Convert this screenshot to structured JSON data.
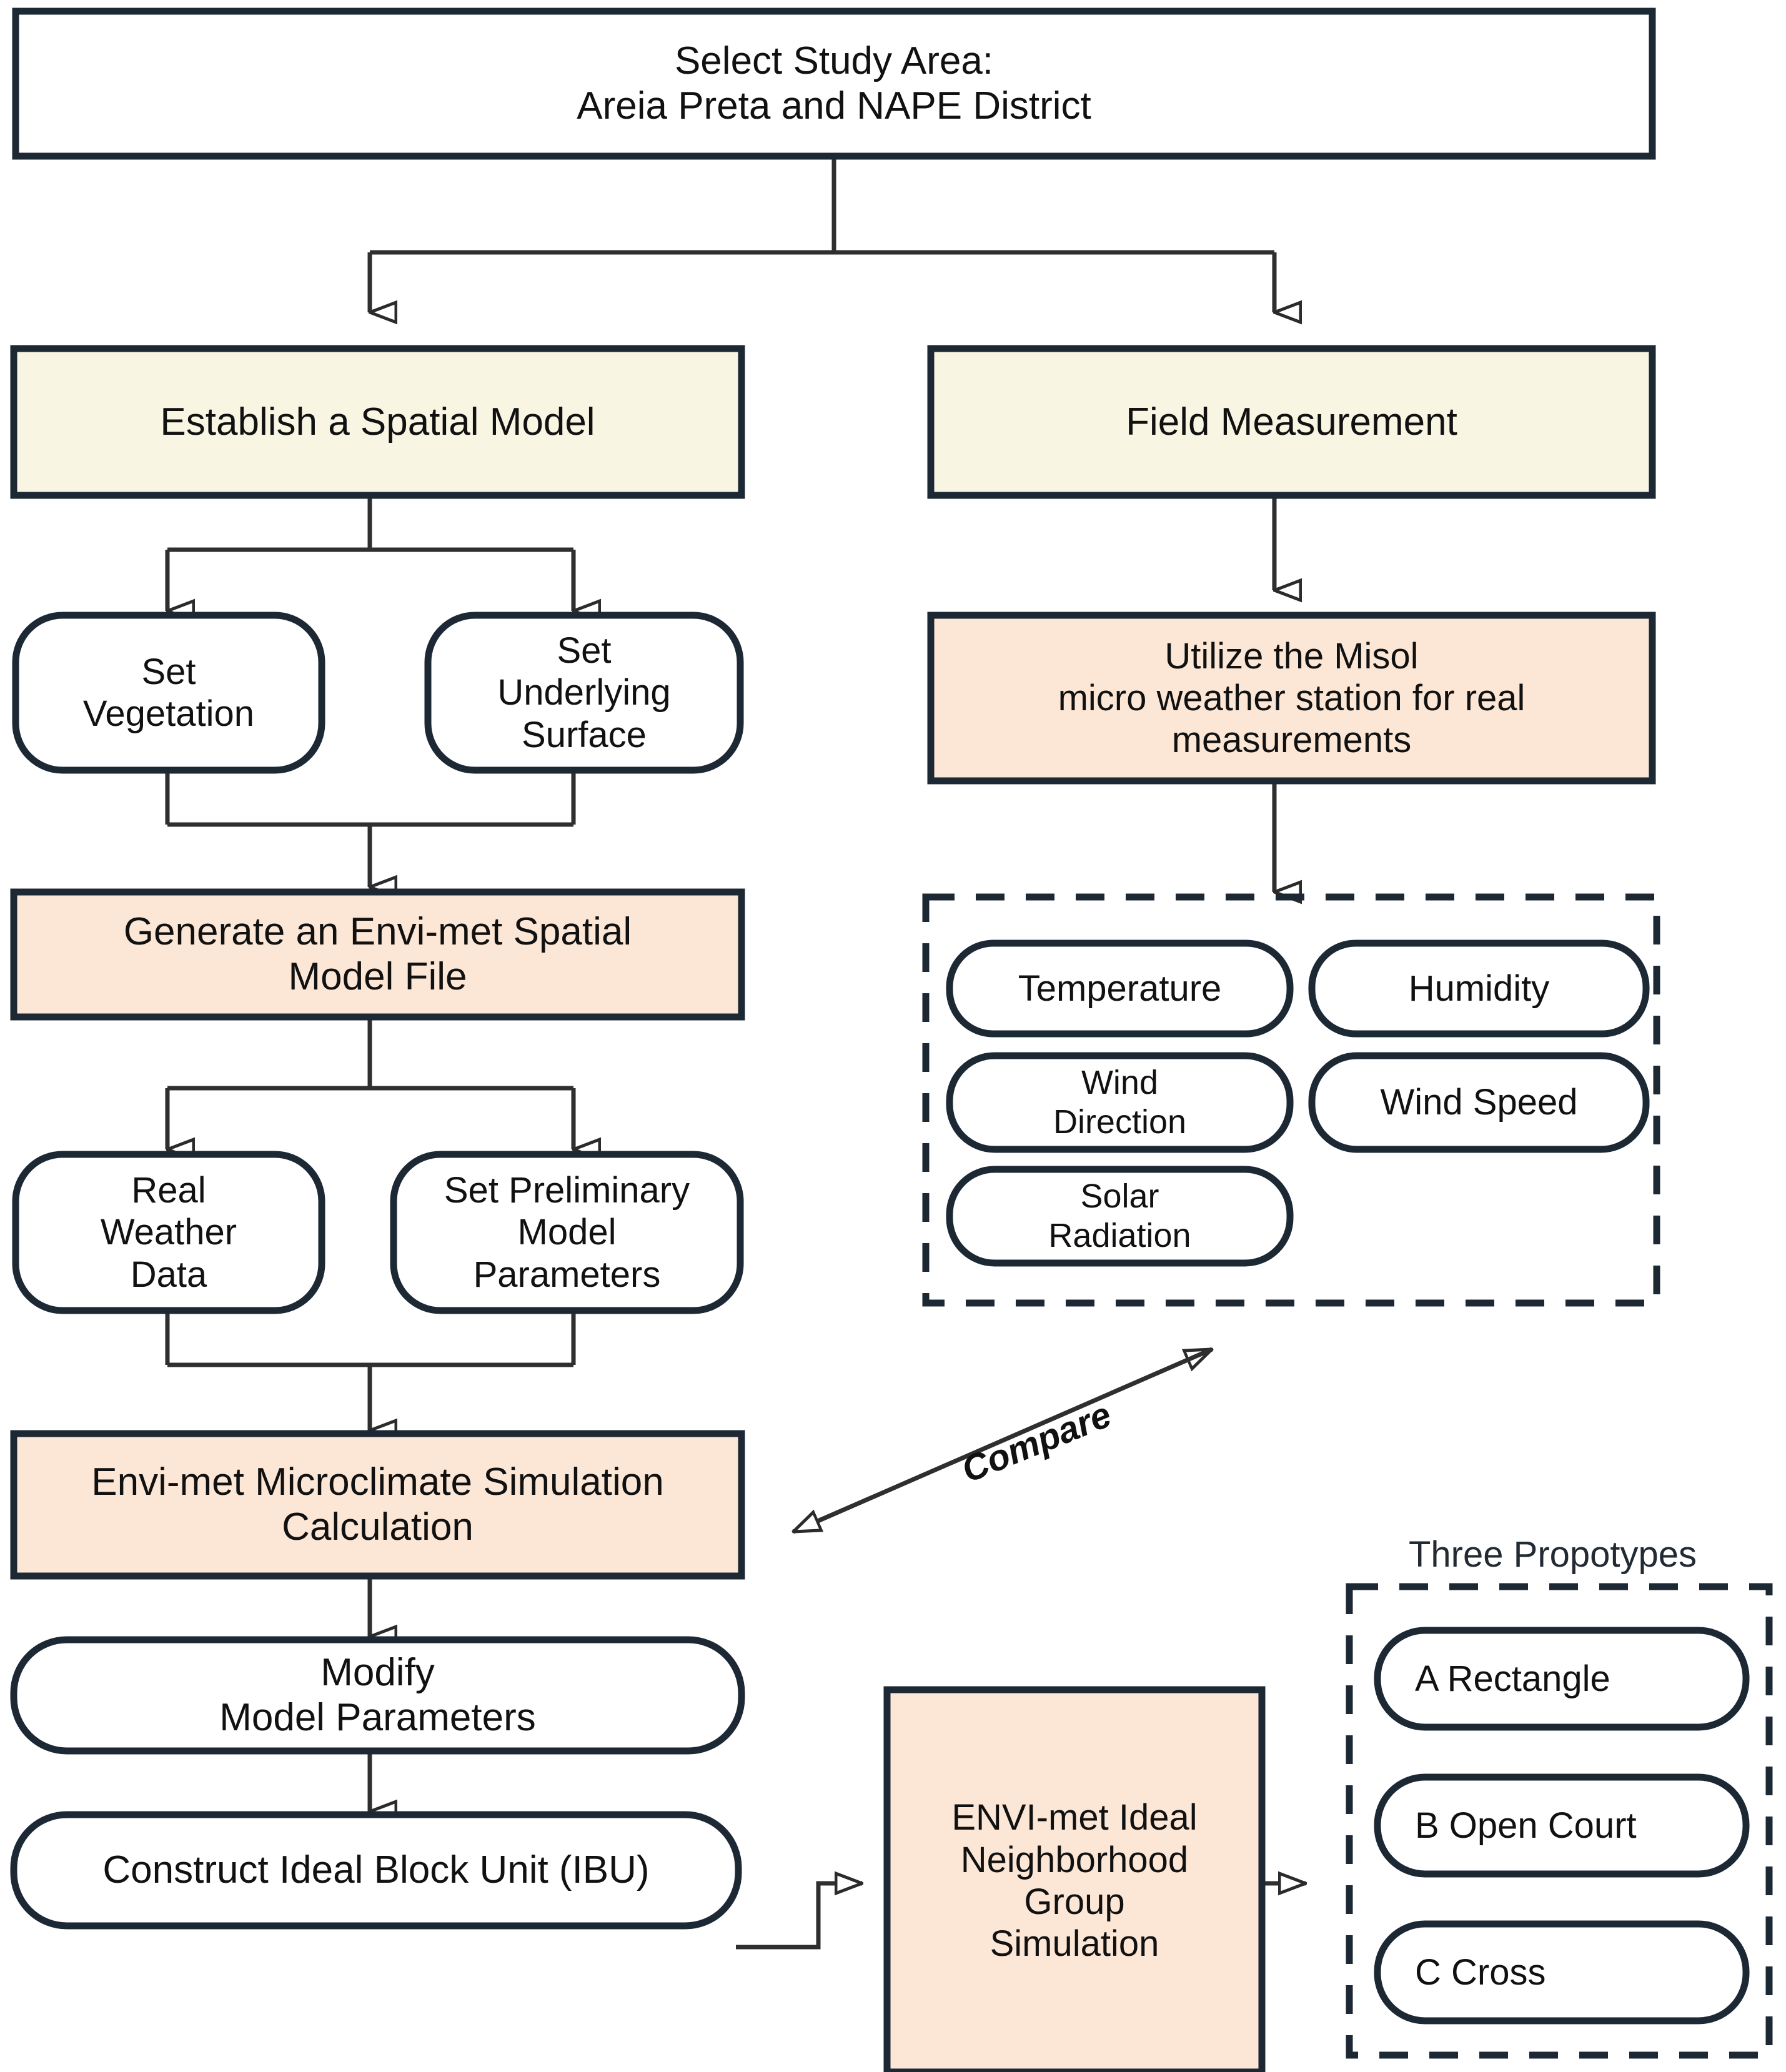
{
  "diagram": {
    "title": "Microclimate simulation research workflow",
    "colors": {
      "stroke": "#1d2835",
      "cream": "#f8f5e3",
      "peach": "#fce7d6",
      "white": "#ffffff",
      "text": "#111111"
    },
    "nodes": {
      "study_area": {
        "label": "Select Study Area:\nAreia Preta and NAPE District",
        "shape": "rect",
        "fill": "white"
      },
      "spatial_model": {
        "label": "Establish a Spatial Model",
        "shape": "rect",
        "fill": "cream"
      },
      "field_measurement": {
        "label": "Field Measurement",
        "shape": "rect",
        "fill": "cream"
      },
      "set_vegetation": {
        "label": "Set\nVegetation",
        "shape": "rounded",
        "fill": "white"
      },
      "set_underlying": {
        "label": "Set\nUnderlying\nSurface",
        "shape": "rounded",
        "fill": "white"
      },
      "utilize_misol": {
        "label": "Utilize the Misol\nmicro weather station for real\nmeasurements",
        "shape": "rect",
        "fill": "peach"
      },
      "generate_file": {
        "label": "Generate an Envi-met Spatial\nModel File",
        "shape": "rect",
        "fill": "peach"
      },
      "real_weather": {
        "label": "Real\nWeather\nData",
        "shape": "rounded",
        "fill": "white"
      },
      "prelim_params": {
        "label": "Set Preliminary\nModel\nParameters",
        "shape": "rounded",
        "fill": "white"
      },
      "simulation_calc": {
        "label": "Envi-met Microclimate Simulation\nCalculation",
        "shape": "rect",
        "fill": "peach"
      },
      "modify_params": {
        "label": "Modify\nModel Parameters",
        "shape": "rounded",
        "fill": "white"
      },
      "construct_ibu": {
        "label": "Construct Ideal Block Unit (IBU)",
        "shape": "rounded",
        "fill": "white"
      },
      "group_simulation": {
        "label": "ENVI-met Ideal\nNeighborhood\nGroup\nSimulation",
        "shape": "rect",
        "fill": "peach"
      },
      "temperature": {
        "label": "Temperature",
        "shape": "rounded",
        "fill": "white"
      },
      "humidity": {
        "label": "Humidity",
        "shape": "rounded",
        "fill": "white"
      },
      "wind_direction": {
        "label": "Wind\nDirection",
        "shape": "rounded",
        "fill": "white"
      },
      "wind_speed": {
        "label": "Wind Speed",
        "shape": "rounded",
        "fill": "white"
      },
      "solar_radiation": {
        "label": "Solar\nRadiation",
        "shape": "rounded",
        "fill": "white"
      },
      "proto_a": {
        "label": "A Rectangle",
        "shape": "rounded",
        "fill": "white"
      },
      "proto_b": {
        "label": "B Open Court",
        "shape": "rounded",
        "fill": "white"
      },
      "proto_c": {
        "label": "C Cross",
        "shape": "rounded",
        "fill": "white"
      }
    },
    "groups": {
      "measured_variables": {
        "caption": "",
        "style": "dashed"
      },
      "prototypes": {
        "caption": "Three Propotypes",
        "style": "dashed"
      }
    },
    "edge_labels": {
      "compare": "Compare"
    }
  }
}
